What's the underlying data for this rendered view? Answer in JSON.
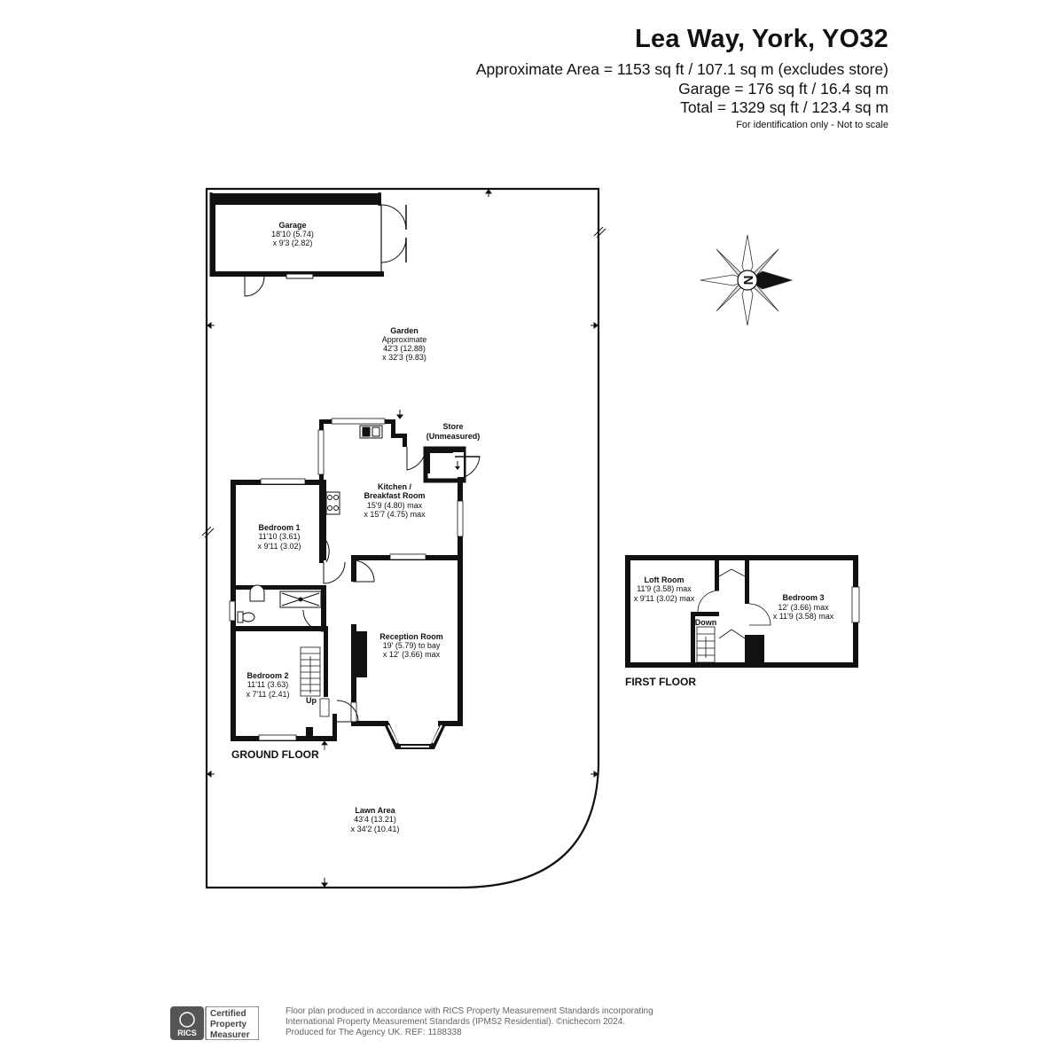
{
  "header": {
    "title": "Lea Way, York, YO32",
    "area_line": "Approximate Area = 1153 sq ft / 107.1 sq m (excludes store)",
    "garage_line": "Garage = 176 sq ft / 16.4 sq m",
    "total_line": "Total = 1329 sq ft / 123.4 sq m",
    "note": "For identification only - Not to scale"
  },
  "rooms": {
    "garage": {
      "name": "Garage",
      "dim1": "18'10 (5.74)",
      "dim2": "x 9'3 (2.82)"
    },
    "garden": {
      "name": "Garden",
      "sub": "Approximate",
      "dim1": "42'3 (12.88)",
      "dim2": "x 32'3 (9.83)"
    },
    "store": {
      "name": "Store",
      "sub": "(Unmeasured)"
    },
    "kitchen": {
      "name1": "Kitchen /",
      "name2": "Breakfast Room",
      "dim1": "15'9 (4.80) max",
      "dim2": "x 15'7 (4.75) max"
    },
    "bedroom1": {
      "name": "Bedroom 1",
      "dim1": "11'10 (3.61)",
      "dim2": "x 9'11 (3.02)"
    },
    "reception": {
      "name": "Reception Room",
      "dim1": "19' (5.79) to bay",
      "dim2": "x 12' (3.66) max"
    },
    "bedroom2": {
      "name": "Bedroom 2",
      "dim1": "11'11 (3.63)",
      "dim2": "x 7'11 (2.41)"
    },
    "lawn": {
      "name": "Lawn Area",
      "dim1": "43'4 (13.21)",
      "dim2": "x 34'2 (10.41)"
    },
    "loft": {
      "name": "Loft Room",
      "dim1": "11'9 (3.58) max",
      "dim2": "x 9'11 (3.02) max"
    },
    "bedroom3": {
      "name": "Bedroom 3",
      "dim1": "12' (3.66) max",
      "dim2": "x 11'9 (3.58) max"
    }
  },
  "stairs": {
    "up": "Up",
    "down": "Down"
  },
  "floors": {
    "ground": "GROUND FLOOR",
    "first": "FIRST FLOOR"
  },
  "compass": {
    "letter": "N"
  },
  "rics": {
    "brand": "RICS",
    "line1": "Certified",
    "line2": "Property",
    "line3": "Measurer"
  },
  "footer": {
    "line1": "Floor plan produced in accordance with RICS Property Measurement Standards incorporating",
    "line2": "International Property Measurement Standards (IPMS2 Residential).  ©nichecom 2024.",
    "line3": "Produced for The Agency UK.   REF:  1188338"
  }
}
